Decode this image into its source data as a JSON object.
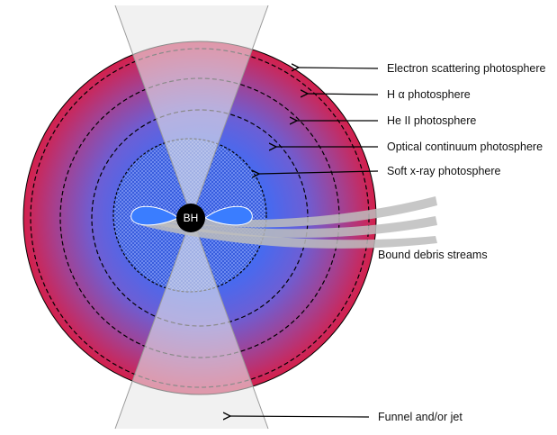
{
  "diagram": {
    "black_hole_label": "BH",
    "photospheres": [
      {
        "id": "electron-scattering",
        "label": "Electron scattering photosphere"
      },
      {
        "id": "h-alpha",
        "label": "H α photosphere"
      },
      {
        "id": "he-ii",
        "label": "He II photosphere"
      },
      {
        "id": "optical-continuum",
        "label": "Optical continuum photosphere"
      },
      {
        "id": "soft-xray",
        "label": "Soft x-ray photosphere"
      }
    ],
    "debris_label": "Bound debris streams",
    "funnel_label": "Funnel and/or jet",
    "colors": {
      "outer": "#d2244a",
      "mid": "#9a4fa0",
      "inner": "#3a66ff",
      "funnel": "#d9d9d9",
      "debris": "#bdbdbd",
      "black_hole": "#000000"
    }
  }
}
